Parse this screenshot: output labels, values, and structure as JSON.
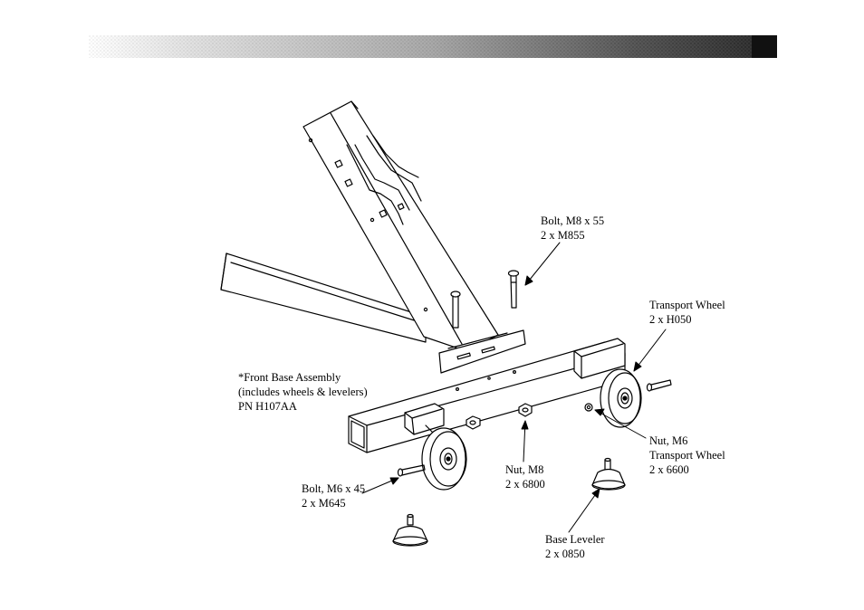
{
  "labels": {
    "bolt_m8": {
      "line1": "Bolt, M8 x 55",
      "line2": "2 x M855"
    },
    "transport_wheel": {
      "line1": "Transport Wheel",
      "line2": "2 x H050"
    },
    "front_base": {
      "line1": "*Front Base Assembly",
      "line2": "(includes wheels & levelers)",
      "line3": "PN H107AA"
    },
    "nut_m6": {
      "line1": "Nut, M6",
      "line2": "Transport Wheel",
      "line3": "2 x 6600"
    },
    "nut_m8": {
      "line1": "Nut, M8",
      "line2": "2 x 6800"
    },
    "bolt_m6": {
      "line1": "Bolt, M6 x 45",
      "line2": "2 x M645"
    },
    "base_leveler": {
      "line1": "Base Leveler",
      "line2": "2 x 0850"
    }
  }
}
